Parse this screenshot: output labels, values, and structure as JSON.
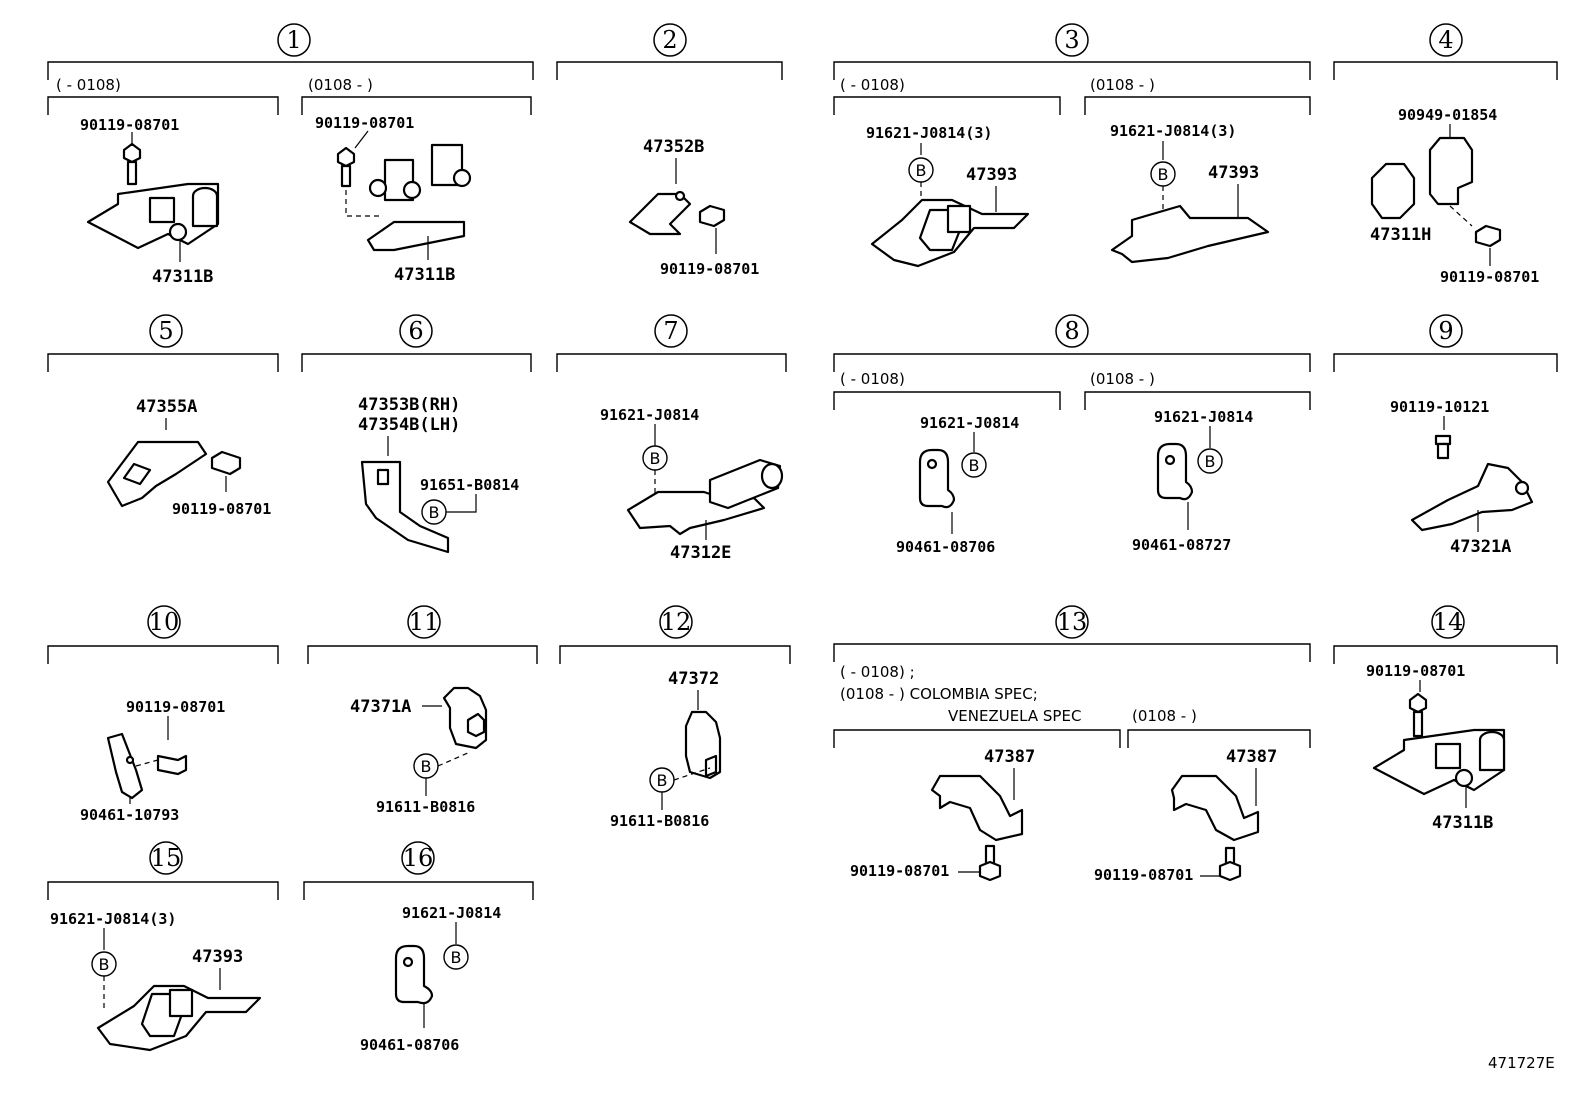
{
  "diagram_id": "471727E",
  "callout_symbol": "B",
  "groups": [
    {
      "id": "g1",
      "number": "1",
      "sub": [
        {
          "range": "(        - 0108)",
          "labels": [
            "90119-08701",
            "47311B"
          ]
        },
        {
          "range": "(0108 -        )",
          "labels": [
            "90119-08701",
            "47311B"
          ]
        }
      ]
    },
    {
      "id": "g2",
      "number": "2",
      "labels": [
        "47352B",
        "90119-08701"
      ]
    },
    {
      "id": "g3",
      "number": "3",
      "sub": [
        {
          "range": "(        - 0108)",
          "labels": [
            "91621-J0814(3)",
            "47393"
          ]
        },
        {
          "range": "(0108 -        )",
          "labels": [
            "91621-J0814(3)",
            "47393"
          ]
        }
      ]
    },
    {
      "id": "g4",
      "number": "4",
      "labels": [
        "90949-01854",
        "47311H",
        "90119-08701"
      ]
    },
    {
      "id": "g5",
      "number": "5",
      "labels": [
        "47355A",
        "90119-08701"
      ]
    },
    {
      "id": "g6",
      "number": "6",
      "labels": [
        "47353B(RH)",
        "47354B(LH)",
        "91651-B0814"
      ]
    },
    {
      "id": "g7",
      "number": "7",
      "labels": [
        "91621-J0814",
        "47312E"
      ]
    },
    {
      "id": "g8",
      "number": "8",
      "sub": [
        {
          "range": "(        - 0108)",
          "labels": [
            "91621-J0814",
            "90461-08706"
          ]
        },
        {
          "range": "(0108 -        )",
          "labels": [
            "91621-J0814",
            "90461-08727"
          ]
        }
      ]
    },
    {
      "id": "g9",
      "number": "9",
      "labels": [
        "90119-10121",
        "47321A"
      ]
    },
    {
      "id": "g10",
      "number": "10",
      "labels": [
        "90119-08701",
        "90461-10793"
      ]
    },
    {
      "id": "g11",
      "number": "11",
      "labels": [
        "47371A",
        "91611-B0816"
      ]
    },
    {
      "id": "g12",
      "number": "12",
      "labels": [
        "47372",
        "91611-B0816"
      ]
    },
    {
      "id": "g13",
      "number": "13",
      "notes": [
        "(        - 0108) ;",
        "(0108 -        ) COLOMBIA SPEC;",
        "VENEZUELA SPEC"
      ],
      "sub": [
        {
          "range": "",
          "labels": [
            "47387",
            "90119-08701"
          ]
        },
        {
          "range": "(0108 -        )",
          "labels": [
            "47387",
            "90119-08701"
          ]
        }
      ]
    },
    {
      "id": "g14",
      "number": "14",
      "labels": [
        "90119-08701",
        "47311B"
      ]
    },
    {
      "id": "g15",
      "number": "15",
      "labels": [
        "91621-J0814(3)",
        "47393"
      ]
    },
    {
      "id": "g16",
      "number": "16",
      "labels": [
        "91621-J0814",
        "90461-08706"
      ]
    }
  ]
}
